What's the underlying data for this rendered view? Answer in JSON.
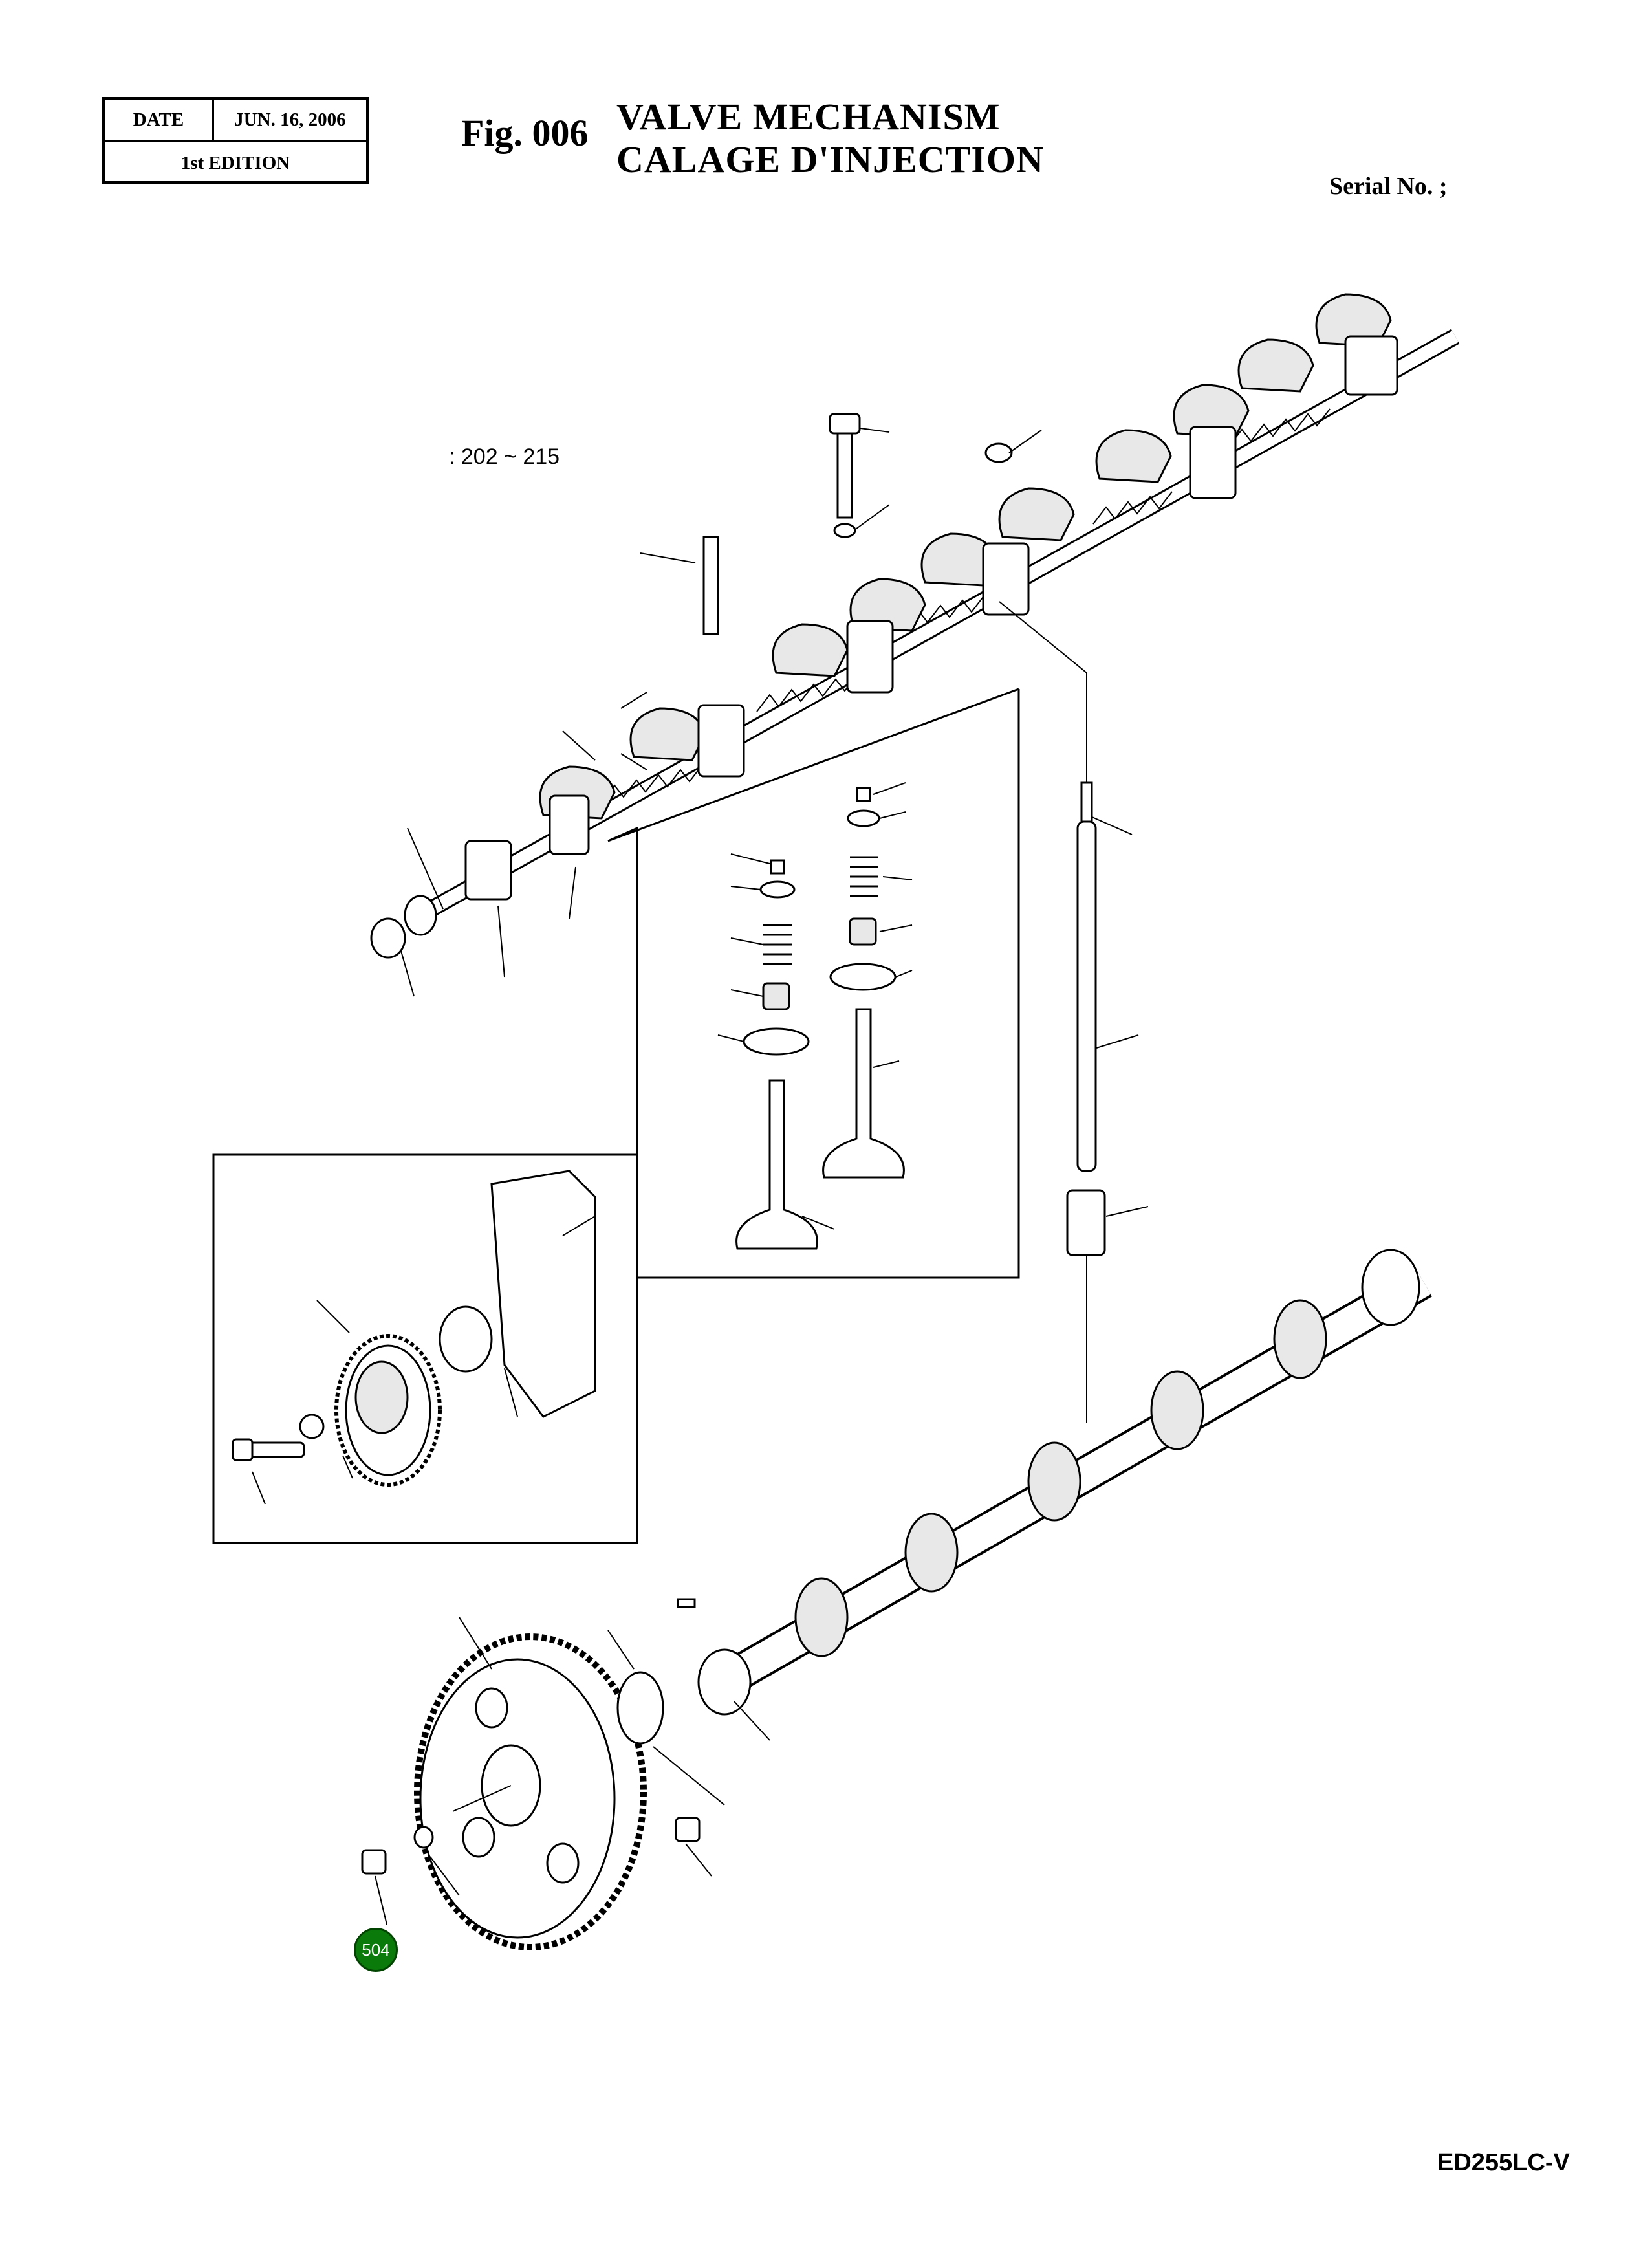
{
  "header": {
    "date_label": "DATE",
    "date_value": "JUN. 16, 2006",
    "edition": "1st EDITION",
    "fig_number": "Fig. 006",
    "title_en": "VALVE MECHANISM",
    "title_fr": "CALAGE D'INJECTION",
    "serial": "Serial No. ;"
  },
  "diagram": {
    "range_note": ": 202 ~ 215",
    "callout_label": "504",
    "callout_color": "#0a7a0a"
  },
  "footer": {
    "model": "ED255LC-V"
  }
}
